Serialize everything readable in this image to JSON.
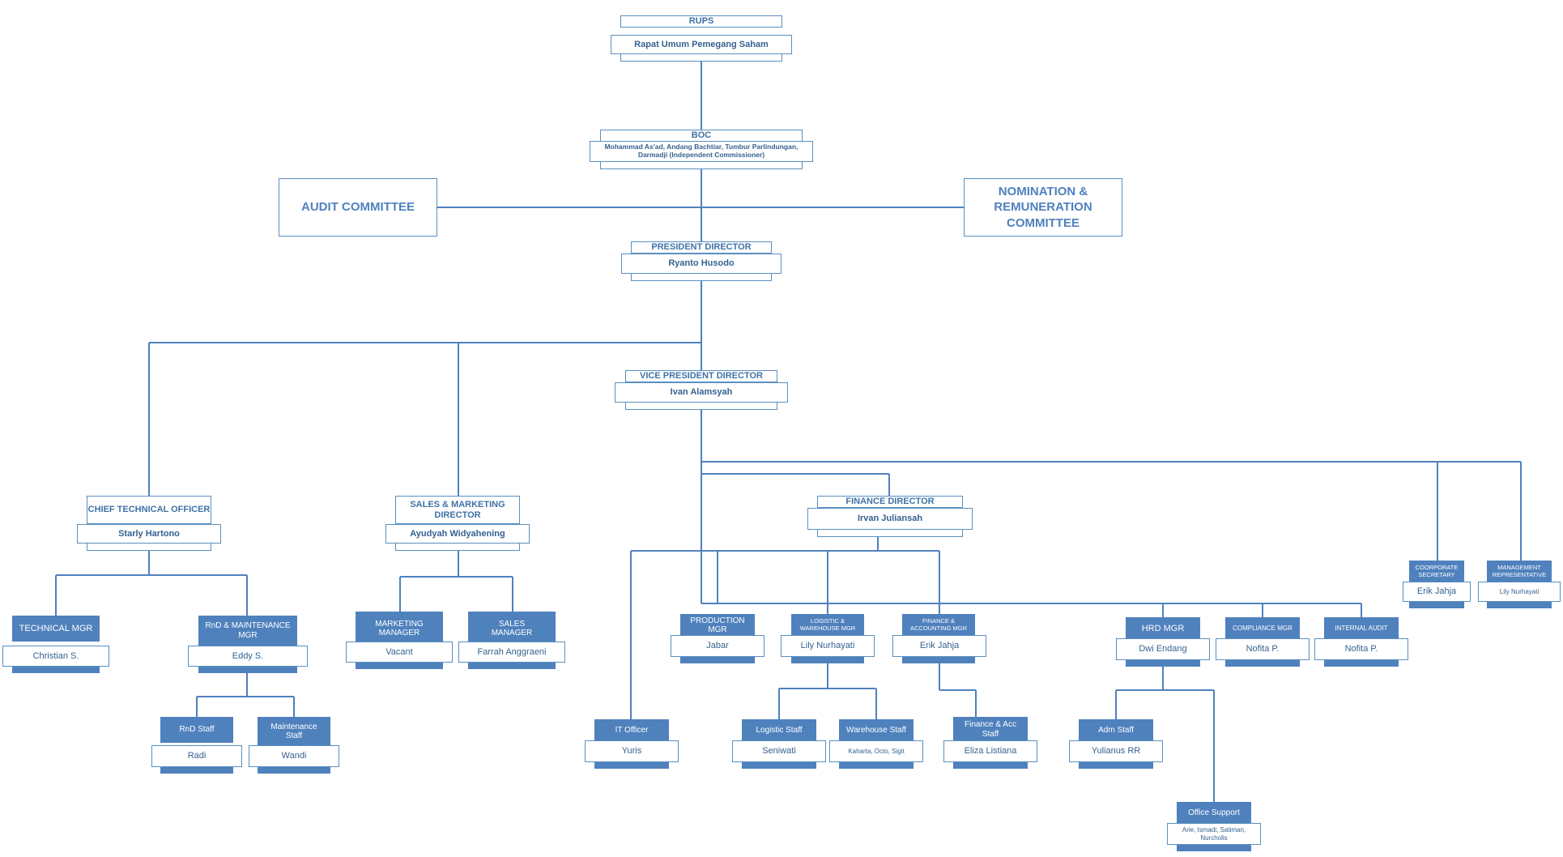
{
  "committees": {
    "audit": "AUDIT COMMITTEE",
    "nomination": "NOMINATION &\nREMUNERATION\nCOMMITTEE"
  },
  "nodes": {
    "rups": {
      "title": "RUPS",
      "name": "Rapat Umum Pemegang Saham"
    },
    "boc": {
      "title": "BOC",
      "name": "Mohammad As'ad, Andang Bachtiar, Tumbur Parlindungan,\nDarmadji (Independent Commissioner)"
    },
    "president": {
      "title": "PRESIDENT DIRECTOR",
      "name": "Ryanto Husodo"
    },
    "vice": {
      "title": "VICE PRESIDENT DIRECTOR",
      "name": "Ivan Alamsyah"
    },
    "cto": {
      "title": "CHIEF TECHNICAL OFFICER",
      "name": "Starly Hartono"
    },
    "sales_dir": {
      "title": "SALES & MARKETING\nDIRECTOR",
      "name": "Ayudyah Widyahening"
    },
    "finance_dir": {
      "title": "FINANCE DIRECTOR",
      "name": "Irvan Juliansah"
    },
    "tech_mgr": {
      "title": "TECHNICAL MGR",
      "name": "Christian S."
    },
    "rnd_mgr": {
      "title": "RnD & MAINTENANCE\nMGR",
      "name": "Eddy S."
    },
    "rnd_staff": {
      "title": "RnD Staff",
      "name": "Radi"
    },
    "maint_staff": {
      "title": "Maintenance\nStaff",
      "name": "Wandi"
    },
    "mkt_mgr": {
      "title": "MARKETING\nMANAGER",
      "name": "Vacant"
    },
    "sales_mgr": {
      "title": "SALES\nMANAGER",
      "name": "Farrah Anggraeni"
    },
    "prod_mgr": {
      "title": "PRODUCTION\nMGR",
      "name": "Jabar"
    },
    "log_mgr": {
      "title": "LOGISTIC &\nWAREHOUSE MGR",
      "name": "Lily Nurhayati"
    },
    "fin_mgr": {
      "title": "FINANCE &\nACCOUNTING MGR",
      "name": "Erik Jahja"
    },
    "hrd_mgr": {
      "title": "HRD MGR",
      "name": "Dwi Endang"
    },
    "comp_mgr": {
      "title": "COMPLIANCE MGR",
      "name": "Nofita P."
    },
    "int_audit": {
      "title": "INTERNAL AUDIT",
      "name": "Nofita P."
    },
    "corp_sec": {
      "title": "COORPORATE\nSECRETARY",
      "name": "Erik Jahja"
    },
    "mgmt_rep": {
      "title": "MANAGEMENT\nREPRESENTATIVE",
      "name": "Lily Nurhayati"
    },
    "it_officer": {
      "title": "IT Officer",
      "name": "Yuris"
    },
    "log_staff": {
      "title": "Logistic Staff",
      "name": "Seniwati"
    },
    "wh_staff": {
      "title": "Warehouse Staff",
      "name": "Kaharta, Octo, Sigit"
    },
    "fin_staff": {
      "title": "Finance & Acc\nStaff",
      "name": "Eliza Listiana"
    },
    "adm_staff": {
      "title": "Adm Staff",
      "name": "Yulianus RR"
    },
    "office_support": {
      "title": "Office Support",
      "name": "Arie, Ismadi, Satiman,\nNurcholis"
    }
  },
  "colors": {
    "line": "#4f81bd",
    "fill": "#4f81bd",
    "border": "#5b8fbf",
    "text": "#35628f"
  }
}
